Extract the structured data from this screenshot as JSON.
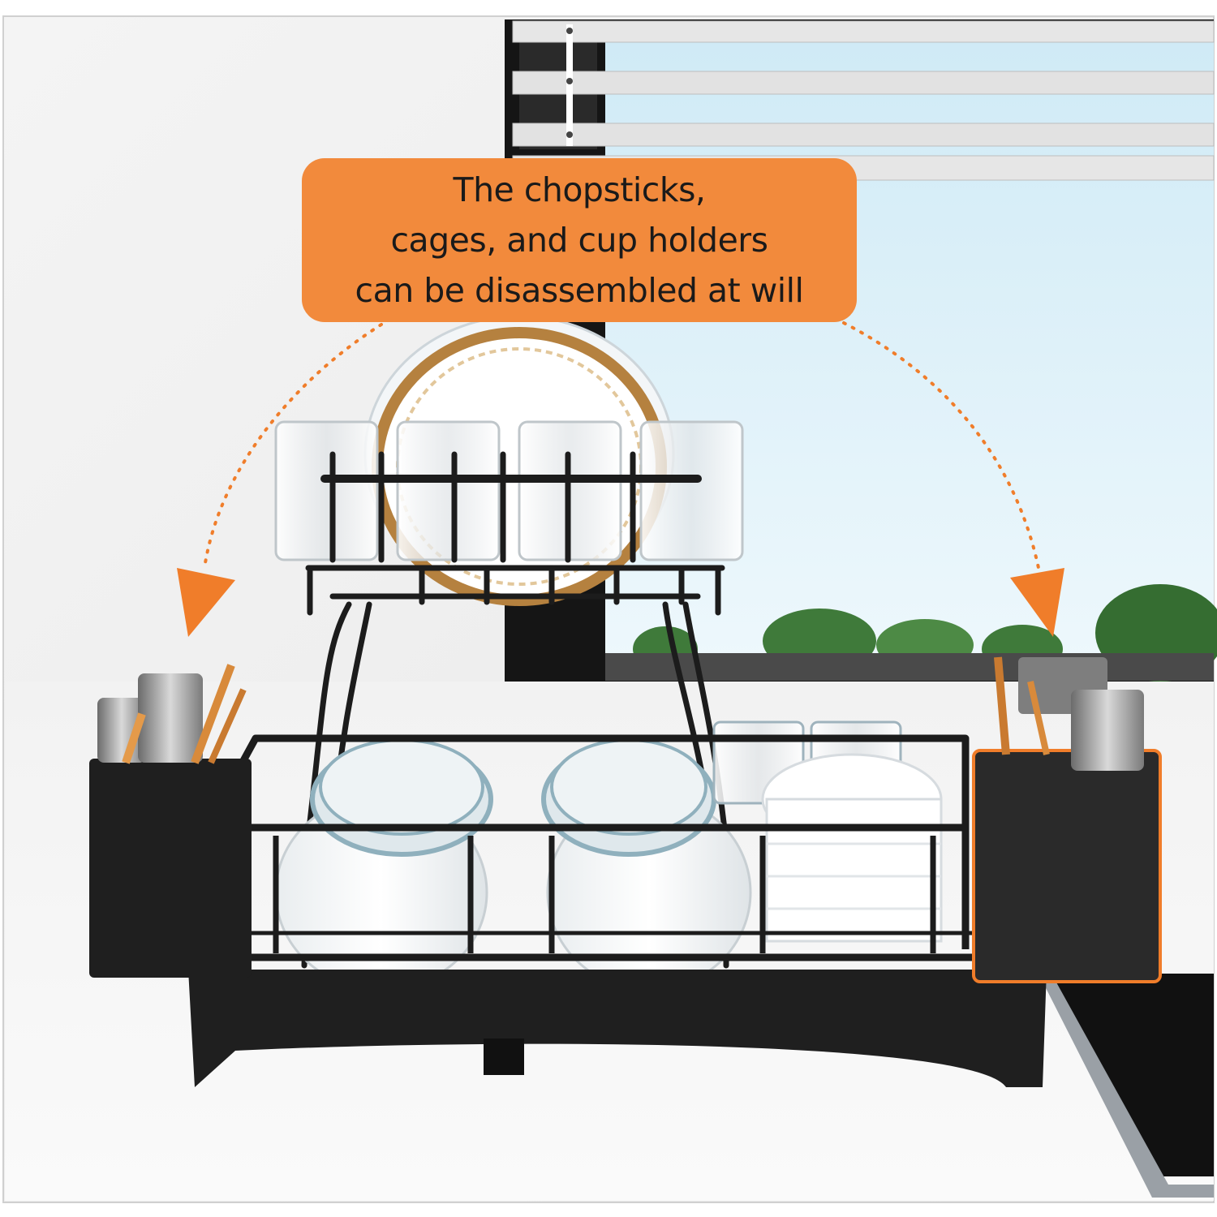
{
  "callout": {
    "lines": [
      "The chopsticks,",
      "cages, and cup holders",
      "can be disassembled at will"
    ]
  },
  "colors": {
    "callout_fill": "#f28a3c",
    "rack_black": "#1c1c1c",
    "accent_orange": "#f07d2a",
    "sky": "#d8eef7",
    "foliage": "#3f7a3a"
  },
  "icons": [
    "left-arrow-icon",
    "right-arrow-icon"
  ]
}
